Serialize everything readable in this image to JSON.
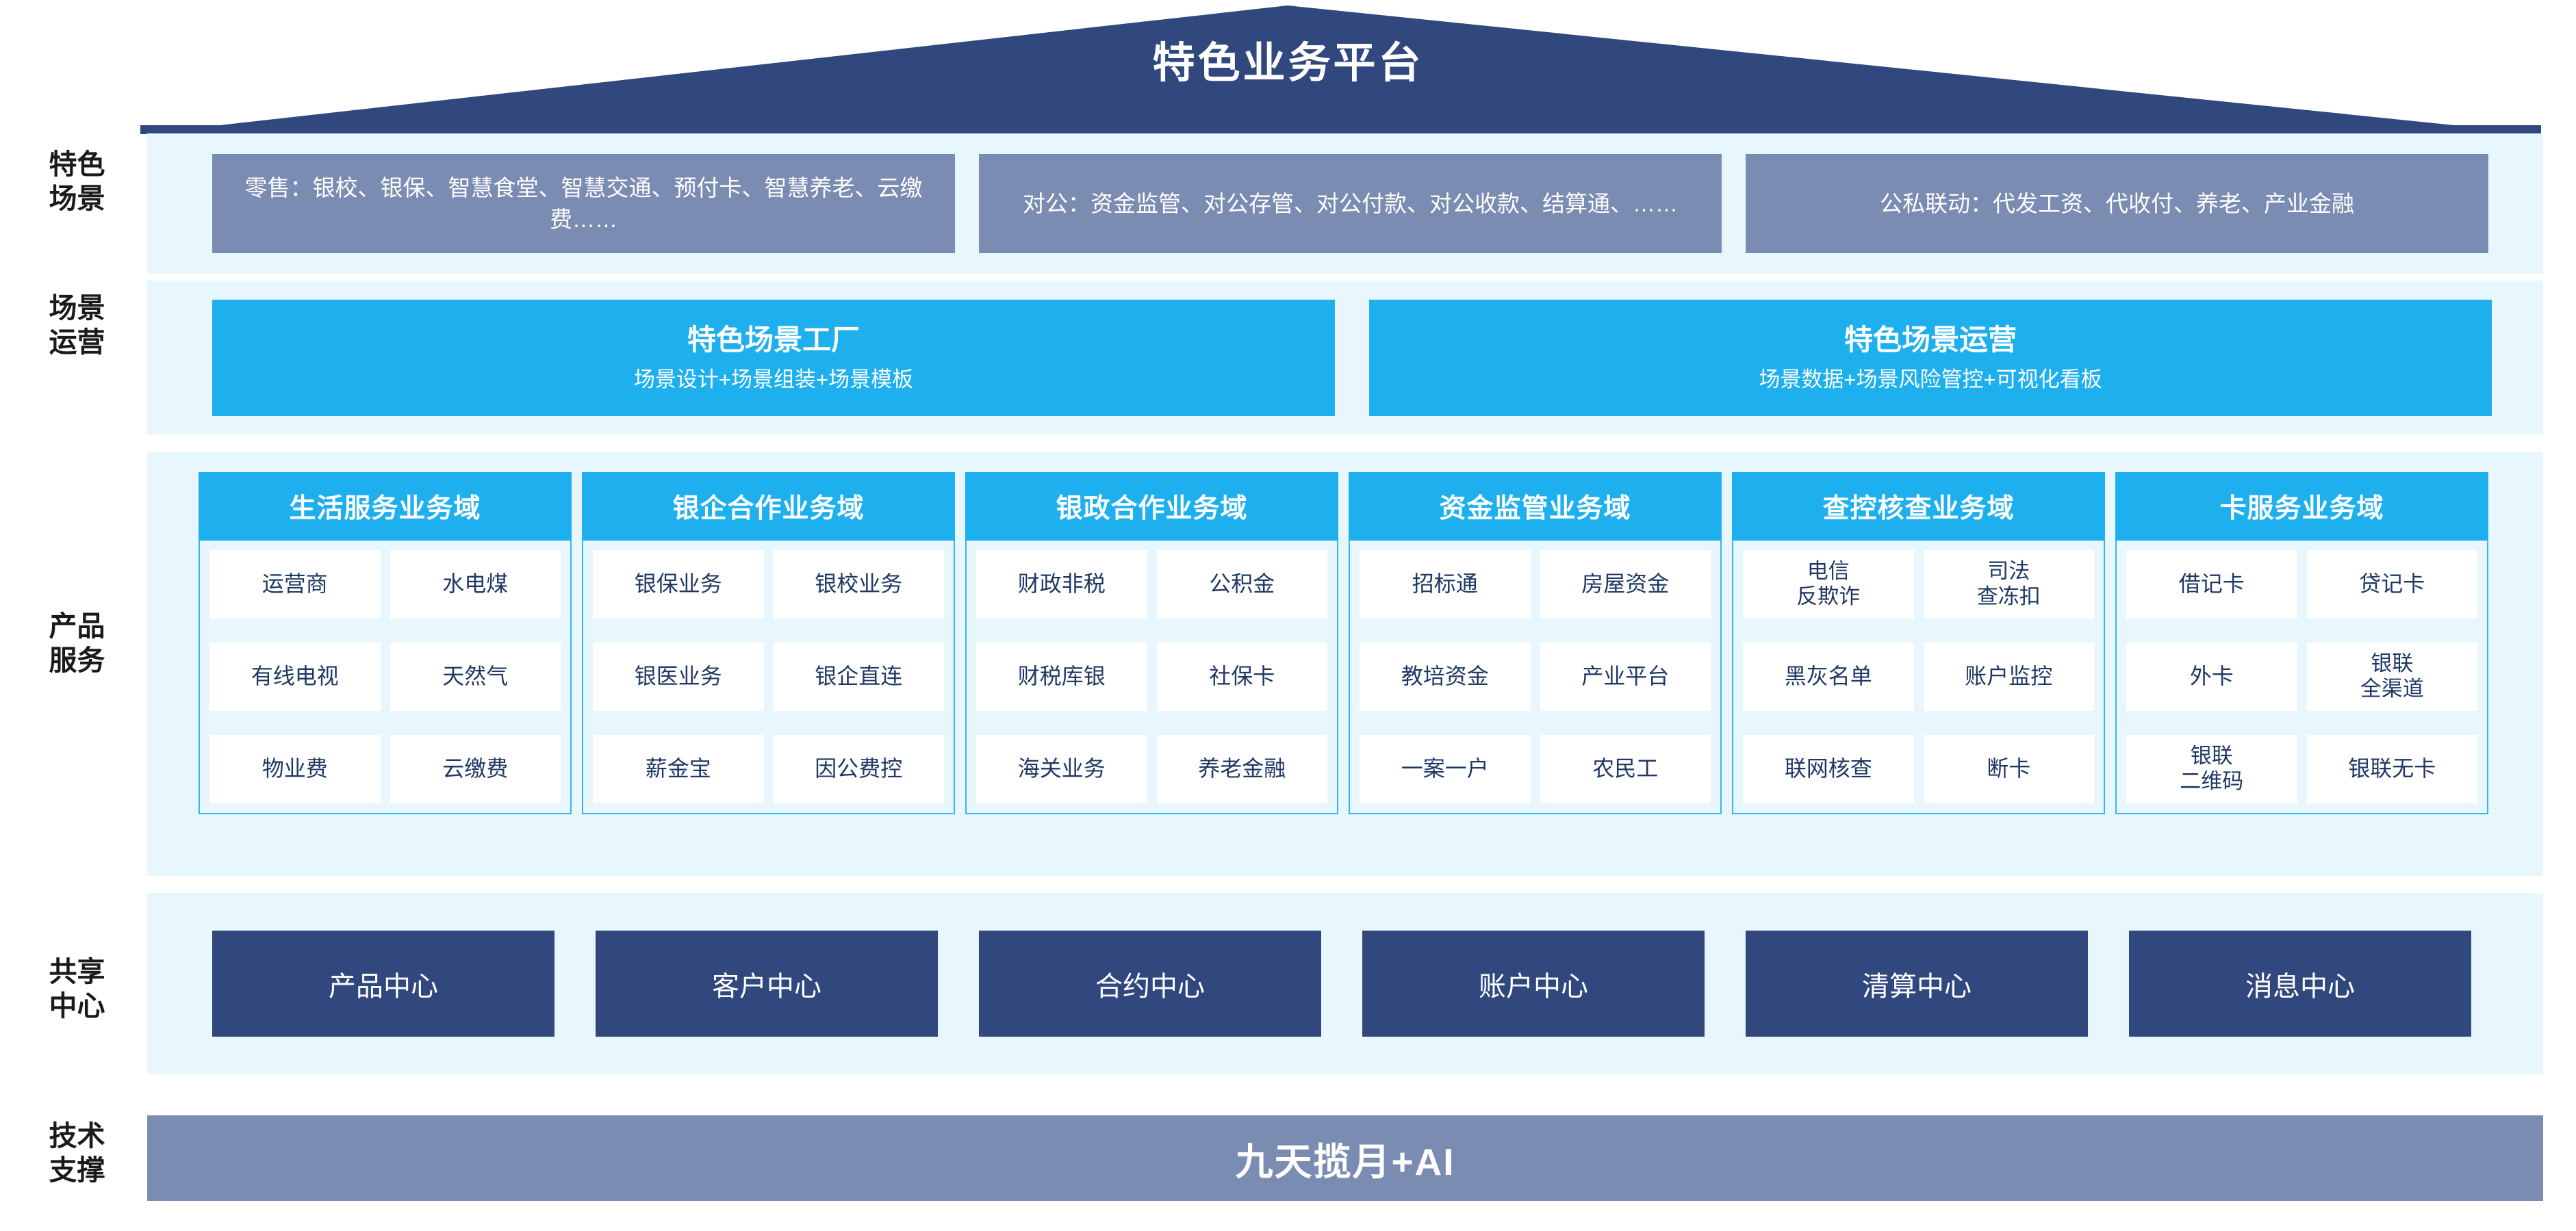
{
  "header": {
    "title": "特色业务平台",
    "banner_color": "#31487f"
  },
  "colors": {
    "dark_blue": "#31487f",
    "muted_blue": "#7b8cb2",
    "cyan": "#1eb0ee",
    "pale_blue": "#e8f6fd",
    "text_navy": "#1f3864"
  },
  "rows": {
    "scenarios": {
      "rail_label": "特色\n场景",
      "rail_line1": "特色",
      "rail_line2": "场景",
      "boxes": [
        {
          "text": "零售：银校、银保、智慧食堂、智慧交通、预付卡、智慧养老、云缴费……"
        },
        {
          "text": "对公：资金监管、对公存管、对公付款、对公收款、结算通、……"
        },
        {
          "text": "公私联动：代发工资、代收付、养老、产业金融"
        }
      ]
    },
    "operations": {
      "rail_line1": "场景",
      "rail_line2": "运营",
      "boxes": [
        {
          "title": "特色场景工厂",
          "subtitle": "场景设计+场景组装+场景模板"
        },
        {
          "title": "特色场景运营",
          "subtitle": "场景数据+场景风险管控+可视化看板"
        }
      ]
    },
    "products": {
      "rail_line1": "产品",
      "rail_line2": "服务",
      "domains": [
        {
          "title": "生活服务业务域",
          "items": [
            [
              "运营商",
              "水电煤"
            ],
            [
              "有线电视",
              "天然气"
            ],
            [
              "物业费",
              "云缴费"
            ]
          ]
        },
        {
          "title": "银企合作业务域",
          "items": [
            [
              "银保业务",
              "银校业务"
            ],
            [
              "银医业务",
              "银企直连"
            ],
            [
              "薪金宝",
              "因公费控"
            ]
          ]
        },
        {
          "title": "银政合作业务域",
          "items": [
            [
              "财政非税",
              "公积金"
            ],
            [
              "财税库银",
              "社保卡"
            ],
            [
              "海关业务",
              "养老金融"
            ]
          ]
        },
        {
          "title": "资金监管业务域",
          "items": [
            [
              "招标通",
              "房屋资金"
            ],
            [
              "教培资金",
              "产业平台"
            ],
            [
              "一案一户",
              "农民工"
            ]
          ]
        },
        {
          "title": "查控核查业务域",
          "items": [
            [
              "电信\n反欺诈",
              "司法\n查冻扣"
            ],
            [
              "黑灰名单",
              "账户监控"
            ],
            [
              "联网核查",
              "断卡"
            ]
          ]
        },
        {
          "title": "卡服务业务域",
          "items": [
            [
              "借记卡",
              "贷记卡"
            ],
            [
              "外卡",
              "银联\n全渠道"
            ],
            [
              "银联\n二维码",
              "银联无卡"
            ]
          ]
        }
      ]
    },
    "shared_centers": {
      "rail_line1": "共享",
      "rail_line2": "中心",
      "boxes": [
        "产品中心",
        "客户中心",
        "合约中心",
        "账户中心",
        "清算中心",
        "消息中心"
      ]
    },
    "tech_support": {
      "rail_line1": "技术",
      "rail_line2": "支撑",
      "label": "九天揽月+AI"
    }
  }
}
